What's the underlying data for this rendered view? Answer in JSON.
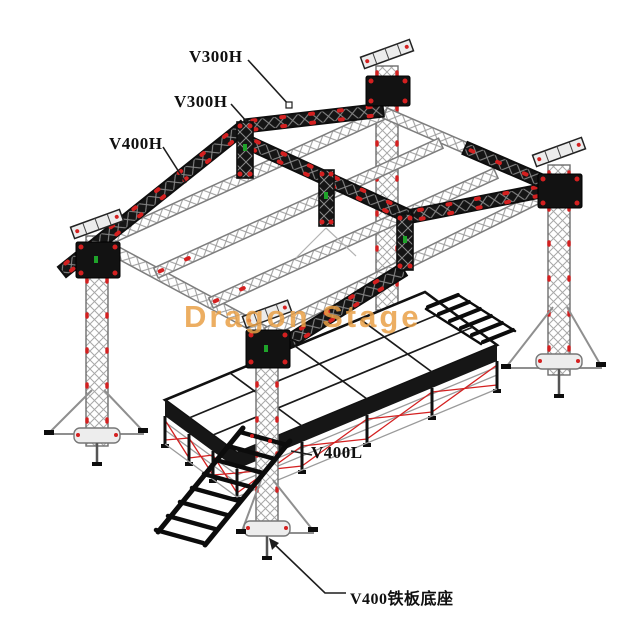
{
  "diagram": {
    "type": "stage-roof-truss-isometric-drawing",
    "watermark": "Dragon Stage",
    "labels": {
      "v300h_top": "V300H",
      "v300h_mid": "V300H",
      "v400h": "V400H",
      "v400l": "V400L",
      "v400_base": "V400铁板底座"
    },
    "colors": {
      "accent-red": "#d42020",
      "truss-dark": "#0e0e0e",
      "truss-gray": "#7d7d7d",
      "label-black": "#101010",
      "watermark-orange": "rgba(233,160,70,0.85)"
    }
  }
}
